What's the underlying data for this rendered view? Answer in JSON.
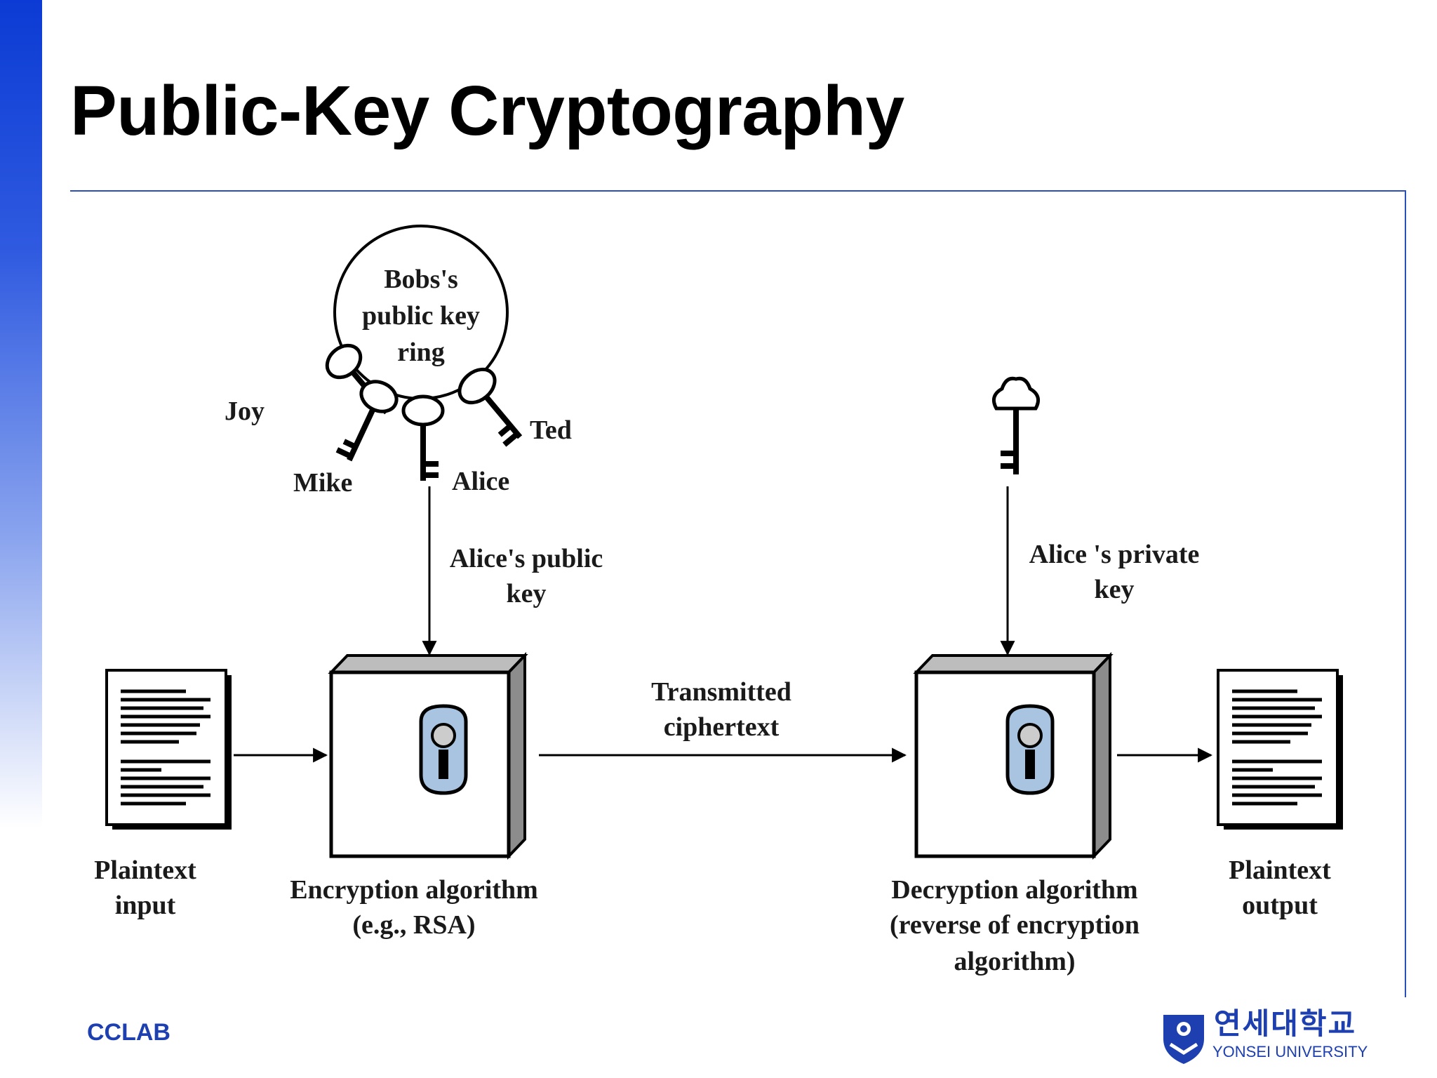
{
  "slide": {
    "title": "Public-Key Cryptography",
    "footer_left": "CCLAB",
    "logo": {
      "korean": "연세대학교",
      "english": "YONSEI UNIVERSITY"
    }
  },
  "diagram": {
    "key_ring": {
      "line1": "Bobs's",
      "line2": "public key",
      "line3": "ring"
    },
    "key_names": {
      "joy": "Joy",
      "mike": "Mike",
      "alice": "Alice",
      "ted": "Ted"
    },
    "public_key_label": {
      "line1": "Alice's public",
      "line2": "key"
    },
    "private_key_label": {
      "line1": "Alice 's private",
      "line2": "key"
    },
    "ciphertext_label": {
      "line1": "Transmitted",
      "line2": "ciphertext"
    },
    "plaintext_input": {
      "line1": "Plaintext",
      "line2": "input"
    },
    "plaintext_output": {
      "line1": "Plaintext",
      "line2": "output"
    },
    "encryption": {
      "line1": "Encryption algorithm",
      "line2": "(e.g., RSA)"
    },
    "decryption": {
      "line1": "Decryption algorithm",
      "line2": "(reverse of encryption",
      "line3": "algorithm)"
    }
  },
  "colors": {
    "accent": "#1d3fb0",
    "lock_fill": "#a8c4e0",
    "rule": "#2b4fb8"
  }
}
